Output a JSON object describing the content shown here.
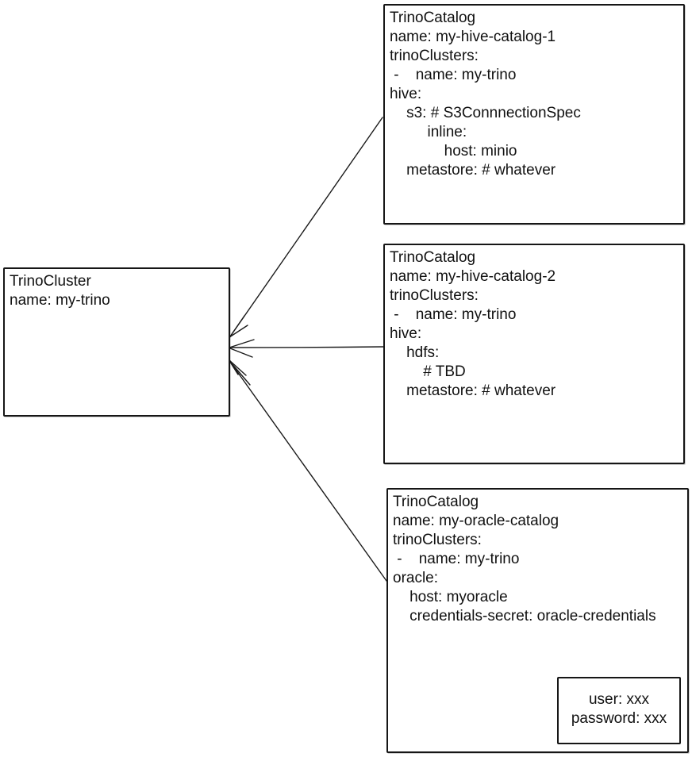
{
  "cluster": {
    "lines": [
      "TrinoCluster",
      "name: my-trino"
    ]
  },
  "catalog1": {
    "lines": [
      "TrinoCatalog",
      "name: my-hive-catalog-1",
      "trinoClusters:",
      " -    name: my-trino",
      "hive:",
      "    s3: # S3ConnnectionSpec",
      "         inline:",
      "             host: minio",
      "    metastore: # whatever"
    ]
  },
  "catalog2": {
    "lines": [
      "TrinoCatalog",
      "name: my-hive-catalog-2",
      "trinoClusters:",
      " -    name: my-trino",
      "hive:",
      "    hdfs:",
      "        # TBD",
      "    metastore: # whatever"
    ]
  },
  "catalog3": {
    "lines": [
      "TrinoCatalog",
      "name: my-oracle-catalog",
      "trinoClusters:",
      " -    name: my-trino",
      "oracle:",
      "    host: myoracle",
      "    credentials-secret: oracle-credentials"
    ]
  },
  "secret": {
    "lines": [
      "user: xxx",
      "password: xxx"
    ]
  },
  "colors": {
    "stroke": "#1a1a1a",
    "text": "#111111",
    "background": "#ffffff"
  }
}
